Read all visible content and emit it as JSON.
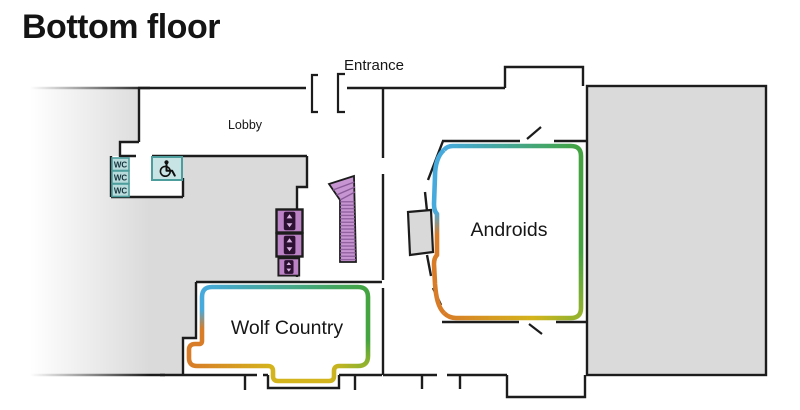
{
  "page": {
    "title": "Bottom floor"
  },
  "labels": {
    "entrance": "Entrance",
    "lobby": "Lobby",
    "wolf_country": "Wolf Country",
    "androids": "Androids",
    "wc": "WC"
  },
  "icons": {
    "accessible_wc": "wheelchair-icon",
    "elevator": "elevator-up-down-icon",
    "stairs": "stairs-icon",
    "entrance_doors": "door-jamb-brackets",
    "door_swing": "door-swing-tick"
  },
  "colors": {
    "wall": "#1c1c1c",
    "text": "#161616",
    "nonpublic_fill": "#dadada",
    "kiosk_fill": "#d9d9d9",
    "room_fill": "#ffffff",
    "teal_fill": "#badbdb",
    "teal_fill_light": "#c9e4e4",
    "teal_border": "#4e9d9d",
    "wc_text": "#14333d",
    "purple_fill": "#bb82c5",
    "purple_dark": "#2d1133",
    "purple_light": "#d9b3e0",
    "purple_stripe": "#8a5a99",
    "stairs_fill": "#c795d1",
    "rainbow_blue": "#47aadd",
    "rainbow_green": "#43a440",
    "rainbow_yellowgreen": "#9ab32c",
    "rainbow_yellow": "#d4b41c",
    "rainbow_orange": "#d87c28"
  }
}
